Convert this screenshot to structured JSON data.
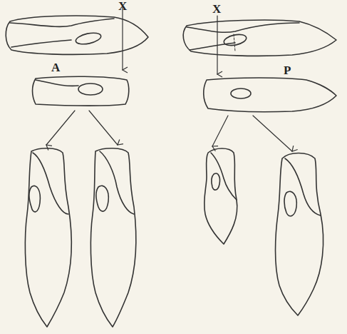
{
  "diagram": {
    "labels": [
      "X",
      "A",
      "X",
      "P"
    ]
  }
}
